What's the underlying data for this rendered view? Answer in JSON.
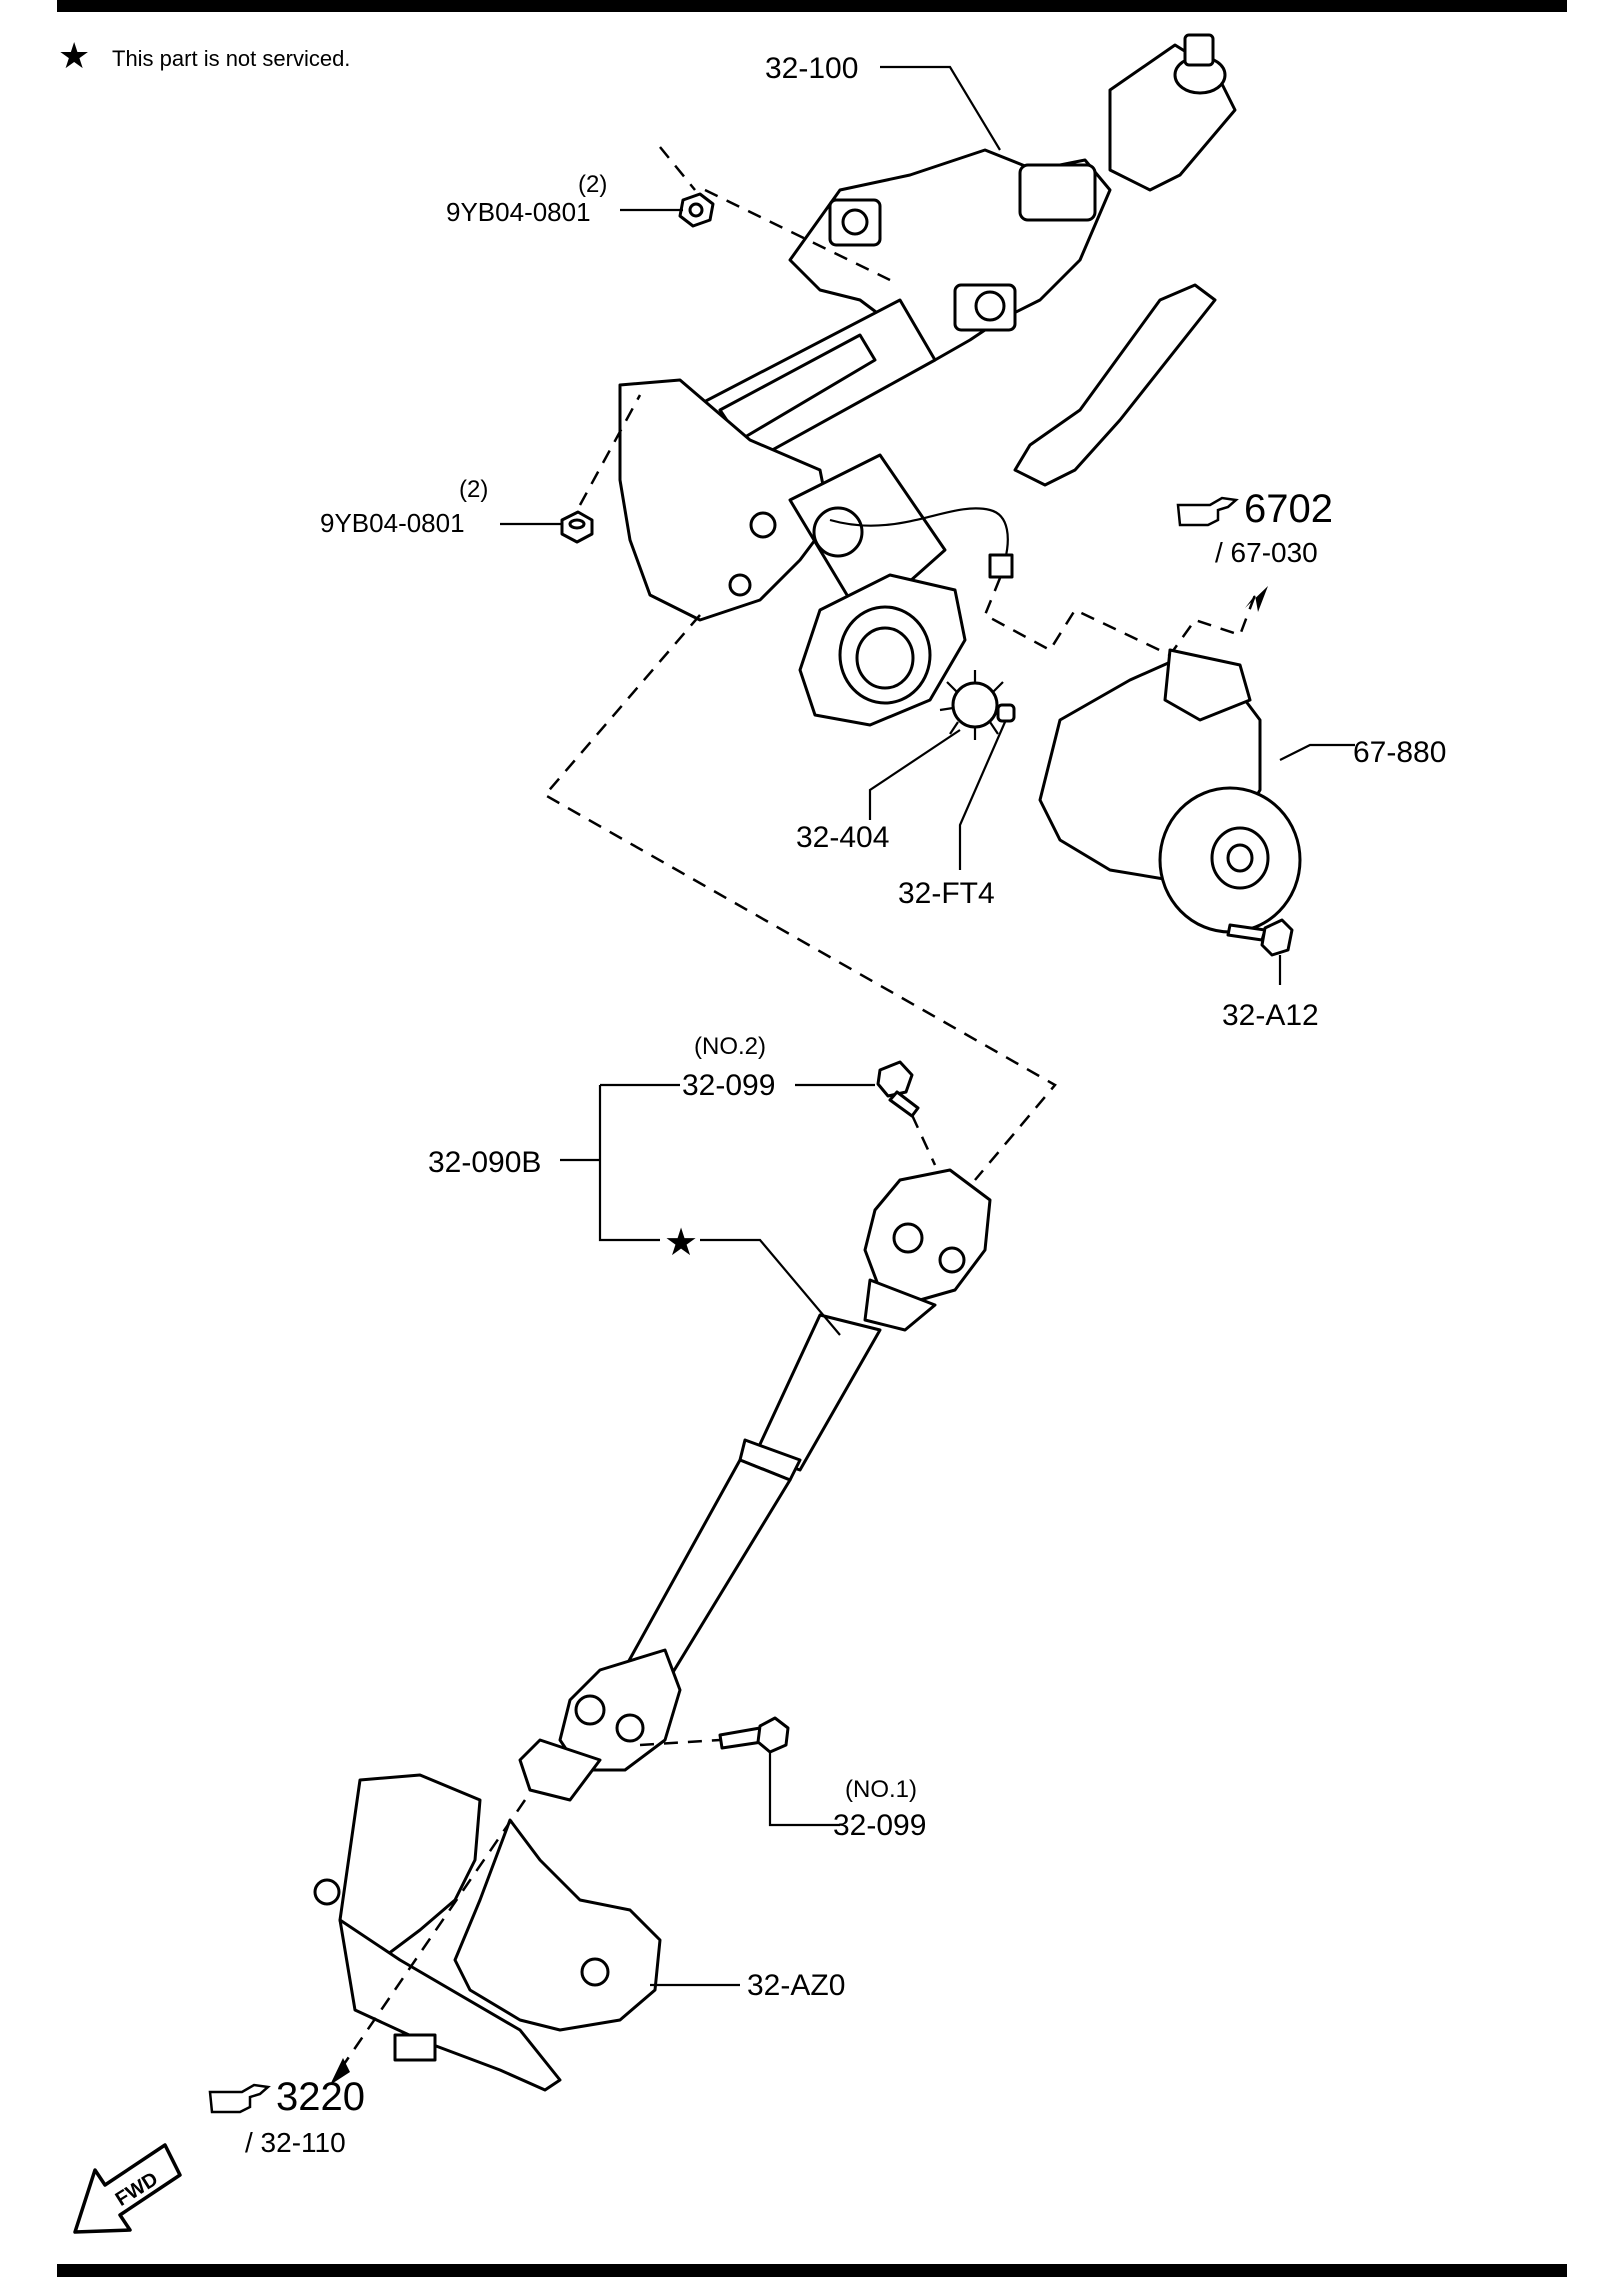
{
  "legend": {
    "star_symbol": "★",
    "note": "This part is not serviced."
  },
  "callouts": {
    "column": "32-100",
    "nut_upper_qty": "(2)",
    "nut_upper": "9YB04-0801",
    "nut_lower_qty": "(2)",
    "nut_lower": "9YB04-0801",
    "ref_6702_icon": "pointing-hand-icon",
    "ref_6702": "6702",
    "ref_6702_sub": "/ 67-030",
    "motor": "67-880",
    "gear_404": "32-404",
    "pin_ft4": "32-FT4",
    "bolt_a12": "32-A12",
    "bolt_no2_tag": "(NO.2)",
    "bolt_no2": "32-099",
    "shaft_assy": "32-090B",
    "shaft_star": "★",
    "bolt_no1_tag": "(NO.1)",
    "bolt_no1": "32-099",
    "cover": "32-AZ0",
    "ref_3220_icon": "pointing-hand-icon",
    "ref_3220": "3220",
    "ref_3220_sub": "/ 32-110",
    "fwd": "FWD"
  }
}
